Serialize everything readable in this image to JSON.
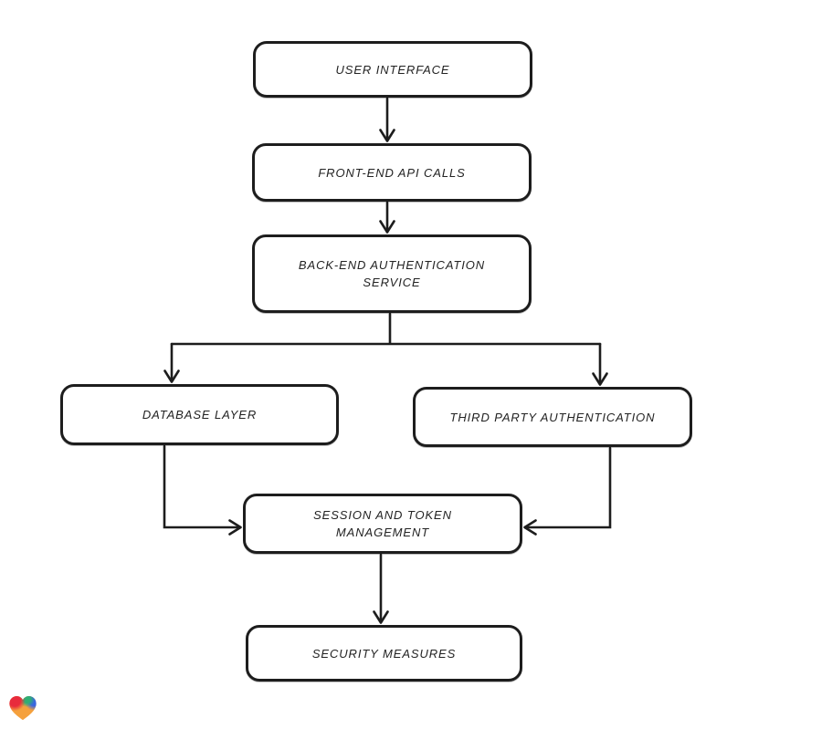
{
  "canvas": {
    "background": "#ffffff",
    "stroke_color": "#1d1d1d",
    "node_fill": "#ffffff",
    "text_color": "#232323"
  },
  "diagram": {
    "type": "flowchart",
    "nodes": [
      {
        "id": "user-interface",
        "label": "USER INTERFACE"
      },
      {
        "id": "front-end-api-calls",
        "label": "FRONT-END API CALLS"
      },
      {
        "id": "back-end-authentication-service",
        "label": "BACK-END AUTHENTICATION SERVICE"
      },
      {
        "id": "database-layer",
        "label": "DATABASE LAYER"
      },
      {
        "id": "third-party-authentication",
        "label": "THIRD PARTY AUTHENTICATION"
      },
      {
        "id": "session-and-token-management",
        "label": "SESSION AND TOKEN MANAGEMENT"
      },
      {
        "id": "security-measures",
        "label": "SECURITY MEASURES"
      }
    ],
    "edges": [
      {
        "from": "user-interface",
        "to": "front-end-api-calls"
      },
      {
        "from": "front-end-api-calls",
        "to": "back-end-authentication-service"
      },
      {
        "from": "back-end-authentication-service",
        "to": "database-layer"
      },
      {
        "from": "back-end-authentication-service",
        "to": "third-party-authentication"
      },
      {
        "from": "database-layer",
        "to": "session-and-token-management"
      },
      {
        "from": "third-party-authentication",
        "to": "session-and-token-management"
      },
      {
        "from": "session-and-token-management",
        "to": "security-measures"
      }
    ]
  },
  "logo": {
    "name": "heart-logo",
    "colors": {
      "red": "#e82b3c",
      "green": "#2fae74",
      "blue": "#3a66e0",
      "orange": "#f5a13d"
    }
  }
}
